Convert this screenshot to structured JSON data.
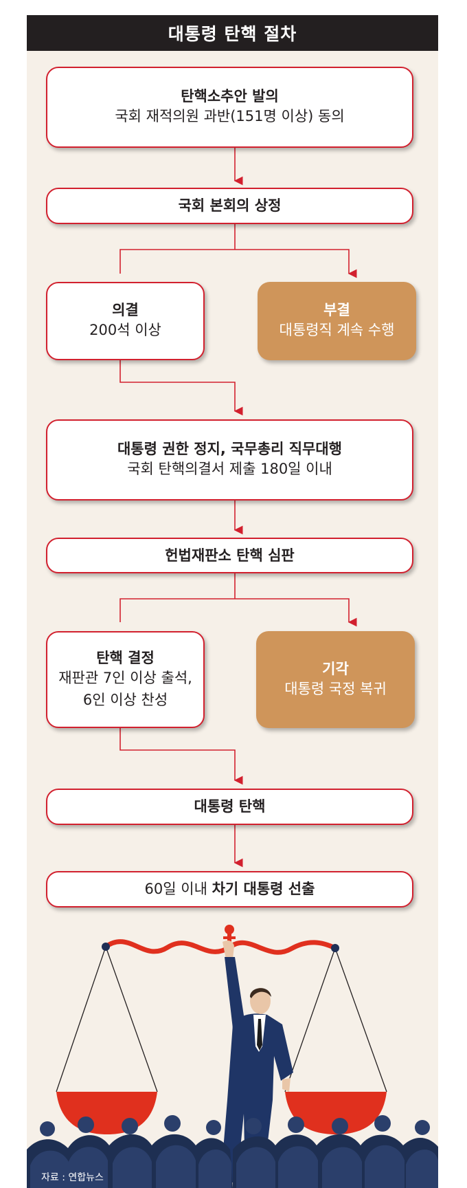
{
  "title": "대통령 탄핵 절차",
  "steps": {
    "motion": {
      "title": "탄핵소추안 발의",
      "detail": "국회 재적의원 과반(151명 이상) 동의"
    },
    "plenary": {
      "title": "국회 본회의 상정"
    },
    "passed": {
      "title": "의결",
      "detail": "200석 이상"
    },
    "rejected": {
      "title": "부결",
      "detail": "대통령직 계속 수행"
    },
    "suspension": {
      "title": "대통령 권한 정지, 국무총리 직무대행",
      "detail": "국회 탄핵의결서 제출 180일 이내"
    },
    "court": {
      "title": "헌법재판소 탄핵 심판"
    },
    "upheld": {
      "title": "탄핵 결정",
      "detail_line1": "재판관 7인 이상 출석,",
      "detail_line2": "6인 이상 찬성"
    },
    "dismissed": {
      "title": "기각",
      "detail": "대통령 국정 복귀"
    },
    "impeached": {
      "title": "대통령 탄핵"
    },
    "election": {
      "prefix": "60일 이내 ",
      "emphasis": "차기 대통령 선출"
    }
  },
  "source": "자료 : 연합뉴스",
  "colors": {
    "background": "#f6f0e8",
    "title_bar": "#231f20",
    "box_border": "#d2202e",
    "arrow": "#d2202e",
    "alt_box": "#cf955a",
    "scale_red": "#e0301e",
    "suit_navy": "#1f3566"
  },
  "illustration": {
    "subject": "scales-of-justice-with-businessman-and-crowd"
  }
}
